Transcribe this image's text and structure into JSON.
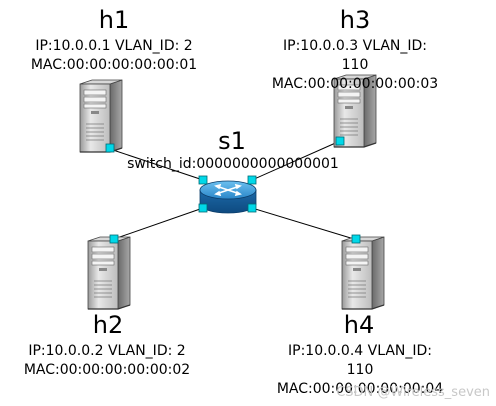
{
  "nodes": {
    "h1": {
      "name": "h1",
      "lines": [
        "IP:10.0.0.1  VLAN_ID: 2",
        "MAC:00:00:00:00:00:01"
      ]
    },
    "h2": {
      "name": "h2",
      "lines": [
        "IP:10.0.0.2 VLAN_ID: 2",
        "MAC:00:00:00:00:00:02"
      ]
    },
    "h3": {
      "name": "h3",
      "lines": [
        "IP:10.0.0.3 VLAN_ID:",
        "110",
        "MAC:00:00:00:00:00:03"
      ]
    },
    "h4": {
      "name": "h4",
      "lines": [
        "IP:10.0.0.4 VLAN_ID:",
        "110",
        "MAC:00:00:00:00:00:04"
      ]
    },
    "s1": {
      "name": "s1",
      "lines": [
        "switch_id:0000000000000001"
      ]
    }
  },
  "watermark": "CSDN @Wireless_seven",
  "colors": {
    "port": "#00d8e8",
    "switch": "#2c8fd0",
    "line": "#000000"
  }
}
